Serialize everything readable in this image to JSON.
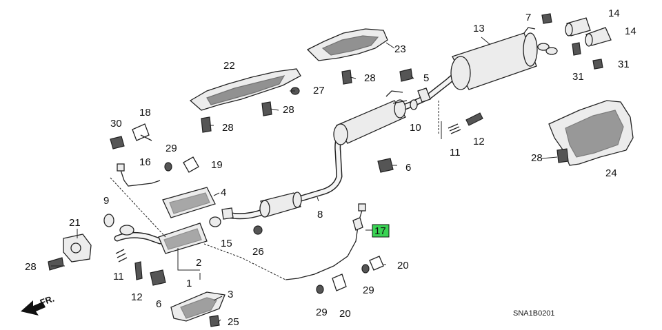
{
  "diagram": {
    "code": "SNA1B0201",
    "direction": "FR.",
    "highlight_color": "#39d353",
    "highlighted_callout": "17",
    "callouts": {
      "c1": "1",
      "c2": "2",
      "c3": "3",
      "c4": "4",
      "c5": "5",
      "c6a": "6",
      "c6b": "6",
      "c7": "7",
      "c8": "8",
      "c9": "9",
      "c10": "10",
      "c11a": "11",
      "c11b": "11",
      "c12a": "12",
      "c12b": "12",
      "c13": "13",
      "c14a": "14",
      "c14b": "14",
      "c15": "15",
      "c16": "16",
      "c17": "17",
      "c18": "18",
      "c19": "19",
      "c20a": "20",
      "c20b": "20",
      "c21": "21",
      "c22": "22",
      "c23": "23",
      "c24": "24",
      "c25": "25",
      "c26": "26",
      "c27": "27",
      "c28a": "28",
      "c28b": "28",
      "c28c": "28",
      "c28d": "28",
      "c28e": "28",
      "c29a": "29",
      "c29b": "29",
      "c29c": "29",
      "c30": "30",
      "c31a": "31",
      "c31b": "31"
    }
  }
}
